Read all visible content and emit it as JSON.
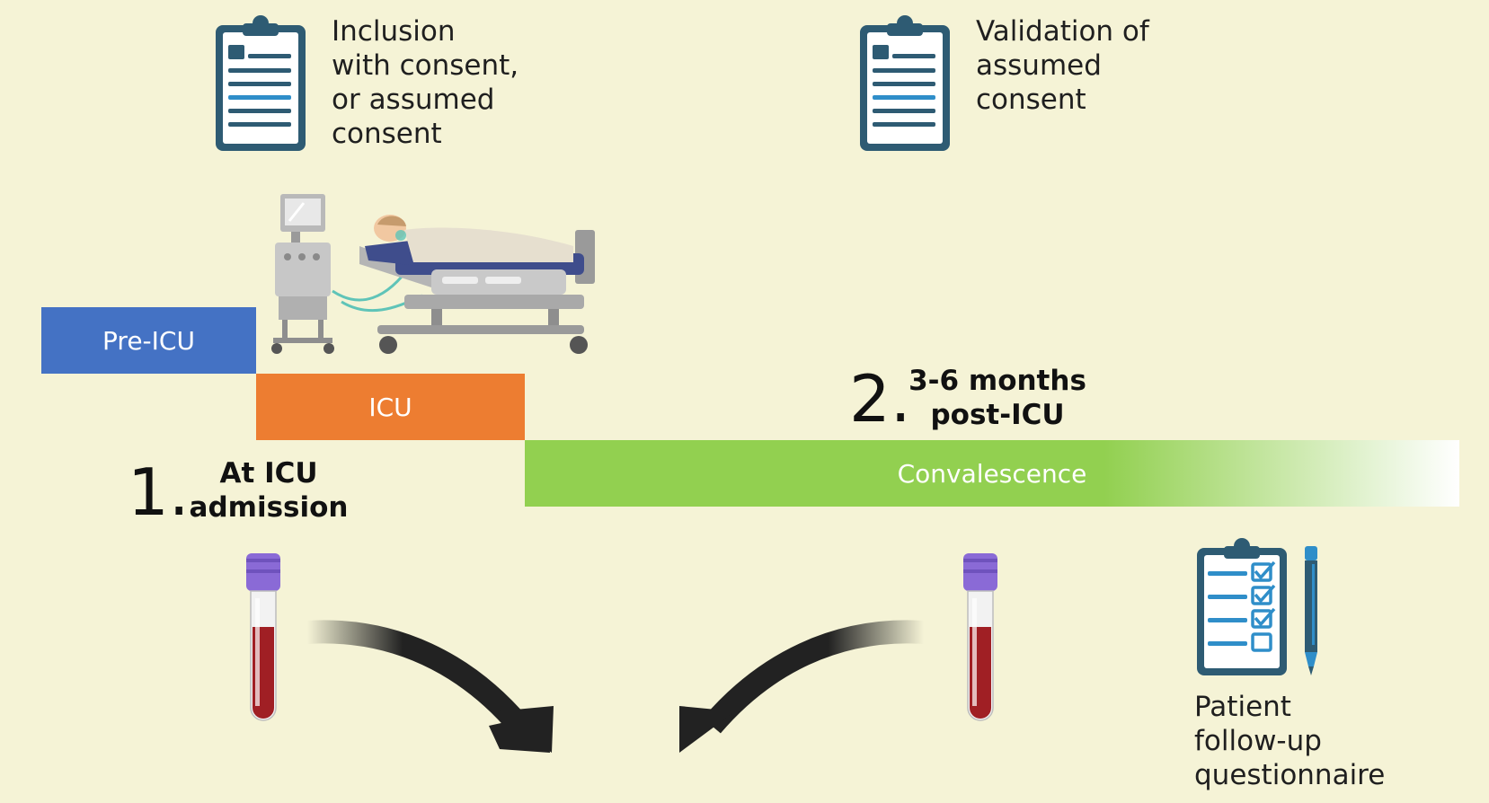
{
  "colors": {
    "background": "#f5f3d6",
    "pre_icu": "#4472c4",
    "icu": "#ed7d31",
    "convalescence": "#92d050",
    "clipboard": "#2e5b73",
    "clipboard_accent": "#2f8ec9",
    "tube_cap": "#8a6ad6",
    "blood": "#a01f24",
    "arrow": "#222222"
  },
  "consent": {
    "inclusion_text": "Inclusion\nwith consent,\nor assumed\nconsent",
    "validation_text": "Validation of\nassumed\nconsent"
  },
  "timeline": {
    "pre_icu": "Pre-ICU",
    "icu": "ICU",
    "convalescence": "Convalescence"
  },
  "steps": [
    {
      "number": "1.",
      "label": "At ICU\nadmission"
    },
    {
      "number": "2.",
      "label": "3-6 months\npost-ICU"
    }
  ],
  "questionnaire": {
    "label": "Patient\nfollow-up\nquestionnaire"
  },
  "icons": {
    "clipboard": "clipboard-icon",
    "bed": "icu-bed-icon",
    "ventilator": "ventilator-icon",
    "blood_tube": "blood-tube-icon",
    "checklist": "checklist-clipboard-icon",
    "pen": "pen-icon",
    "arrow": "curved-arrow-icon"
  }
}
